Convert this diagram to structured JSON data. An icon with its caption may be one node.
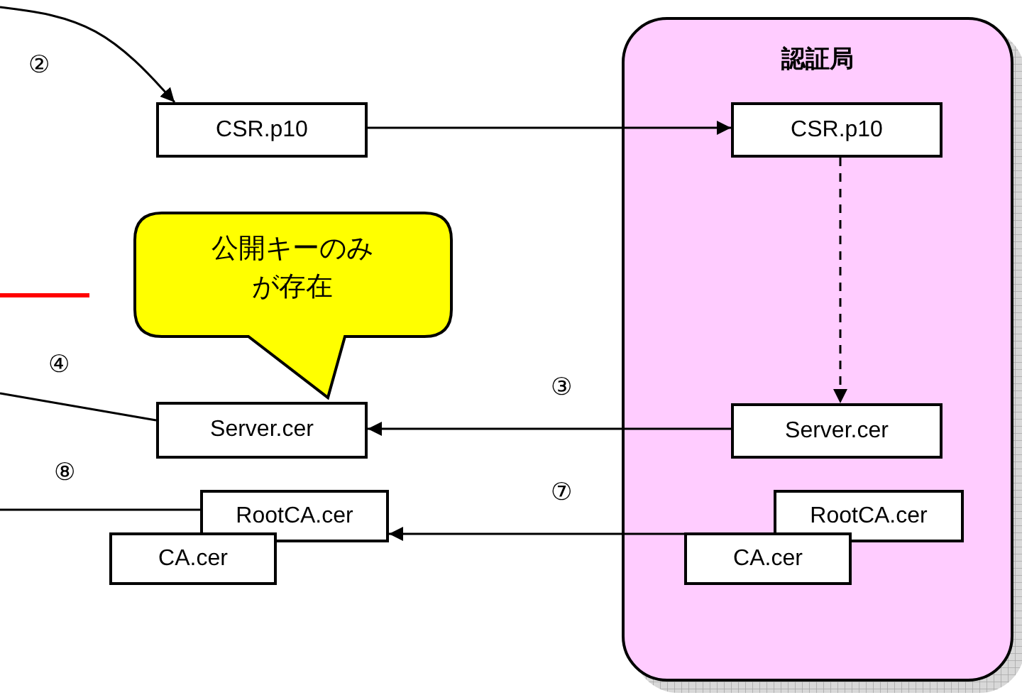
{
  "diagram": {
    "nodes": [
      {
        "text": [
          "認証局"
        ]
      },
      {
        "text": [
          "CSR.p10"
        ],
        "in": 0
      },
      {
        "text": [
          "Server.cer"
        ],
        "in": 0
      },
      {
        "text": [
          "RootCA.cer"
        ],
        "in": 0
      },
      {
        "text": [
          "CA.cer"
        ],
        "in": 0
      },
      {
        "text": [
          "CSR.p10"
        ]
      },
      {
        "text": [
          "公開キーのみが存在"
        ]
      },
      {
        "text": [
          "Server.cer"
        ]
      },
      {
        "text": [
          "RootCA.cer"
        ]
      },
      {
        "text": [
          "CA.cer"
        ]
      }
    ],
    "edges": [
      {
        "from": null,
        "to": 5,
        "arrow": "to",
        "label": "②"
      },
      {
        "from": 5,
        "to": 1,
        "arrow": "to"
      },
      {
        "from": 1,
        "to": 2,
        "arrow": "to",
        "style": "dashed"
      },
      {
        "from": 2,
        "to": 7,
        "arrow": "to",
        "label": "③"
      },
      {
        "from": null,
        "to": 7,
        "arrow": "none",
        "label": "④"
      },
      {
        "from": 4,
        "to": 8,
        "arrow": "to",
        "label": "⑦"
      },
      {
        "from": null,
        "to": 8,
        "arrow": "none",
        "label": "⑧"
      }
    ]
  }
}
